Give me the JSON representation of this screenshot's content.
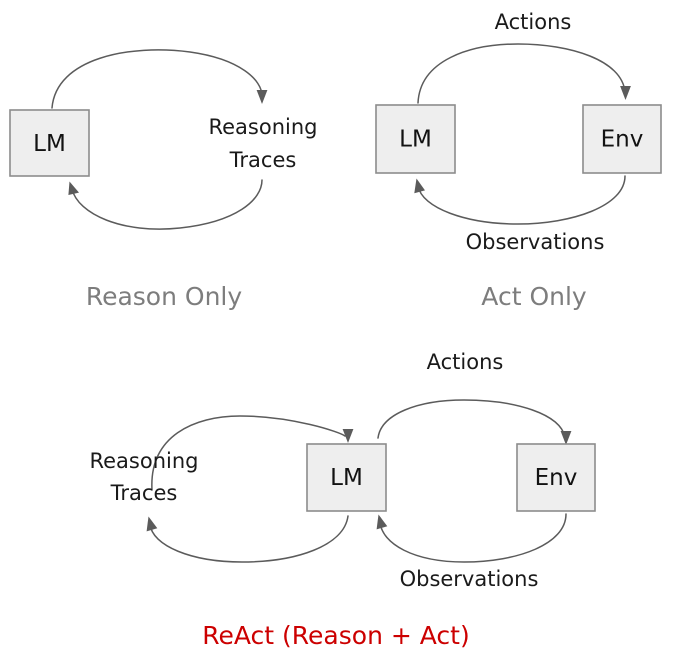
{
  "figure": {
    "background_color": "#ffffff",
    "node_fill": "#eeeeee",
    "node_stroke": "#8c8c8c",
    "edge_color": "#5b5b5b",
    "caption_color": "#7d7d7d",
    "accent_color": "#cc0000",
    "label_color": "#1a1a1a"
  },
  "panels": [
    {
      "id": "reason-only",
      "caption": "Reason Only",
      "nodes": [
        {
          "id": "lm",
          "label": "LM"
        }
      ],
      "edges": [
        {
          "id": "reasoning-traces",
          "label_line1": "Reasoning",
          "label_line2": "Traces",
          "from": "lm",
          "to": "lm"
        }
      ]
    },
    {
      "id": "act-only",
      "caption": "Act Only",
      "nodes": [
        {
          "id": "lm",
          "label": "LM"
        },
        {
          "id": "env",
          "label": "Env"
        }
      ],
      "edges": [
        {
          "id": "actions",
          "label": "Actions",
          "from": "lm",
          "to": "env"
        },
        {
          "id": "observations",
          "label": "Observations",
          "from": "env",
          "to": "lm"
        }
      ]
    },
    {
      "id": "react",
      "caption": "ReAct (Reason + Act)",
      "nodes": [
        {
          "id": "lm",
          "label": "LM"
        },
        {
          "id": "env",
          "label": "Env"
        }
      ],
      "edges": [
        {
          "id": "reasoning-traces",
          "label_line1": "Reasoning",
          "label_line2": "Traces",
          "from": "lm",
          "to": "lm"
        },
        {
          "id": "actions",
          "label": "Actions",
          "from": "lm",
          "to": "env"
        },
        {
          "id": "observations",
          "label": "Observations",
          "from": "env",
          "to": "lm"
        }
      ]
    }
  ]
}
